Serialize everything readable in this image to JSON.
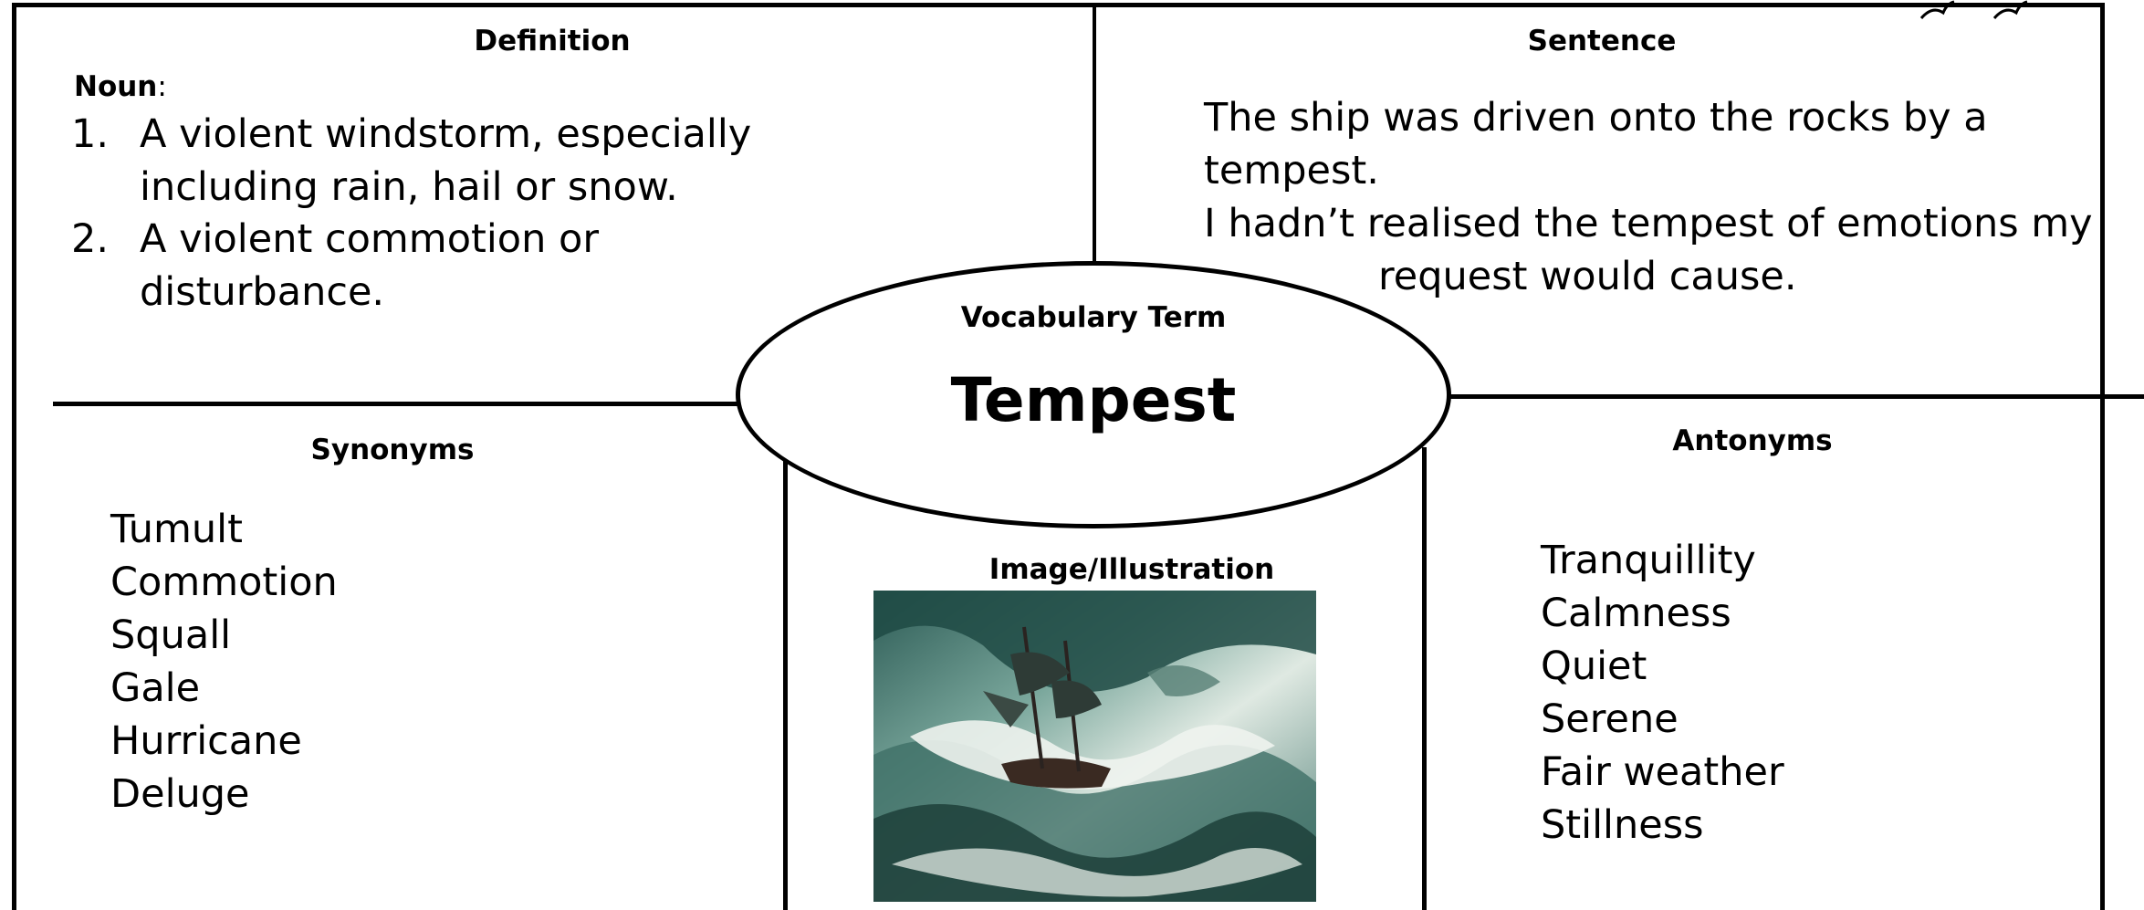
{
  "definition": {
    "heading": "Definition",
    "part_of_speech": "Noun",
    "items": [
      {
        "number": "1.",
        "lines": [
          "A violent  windstorm, especially",
          "including rain, hail or snow."
        ]
      },
      {
        "number": "2.",
        "lines": [
          "A violent commotion or",
          "disturbance."
        ]
      }
    ]
  },
  "sentence": {
    "heading": "Sentence",
    "lines": [
      "The ship was driven onto the rocks by a",
      "tempest.",
      "I hadn’t realised the tempest of emotions my",
      "request would cause."
    ]
  },
  "vocabulary": {
    "label": "Vocabulary Term",
    "term": "Tempest"
  },
  "synonyms": {
    "heading": "Synonyms",
    "words": [
      "Tumult",
      "Commotion",
      "Squall",
      "Gale",
      "Hurricane",
      "Deluge"
    ]
  },
  "antonyms": {
    "heading": "Antonyms",
    "words": [
      "Tranquillity",
      "Calmness",
      "Quiet",
      "Serene",
      "Fair weather",
      "Stillness"
    ]
  },
  "image": {
    "heading": "Image/Illustration",
    "subject": "stormy sea painting with ship",
    "colors": {
      "sea_dark": "#1f4a44",
      "sea_mid": "#5e8f86",
      "foam": "#e9efe9",
      "hull": "#3a2a22"
    }
  }
}
